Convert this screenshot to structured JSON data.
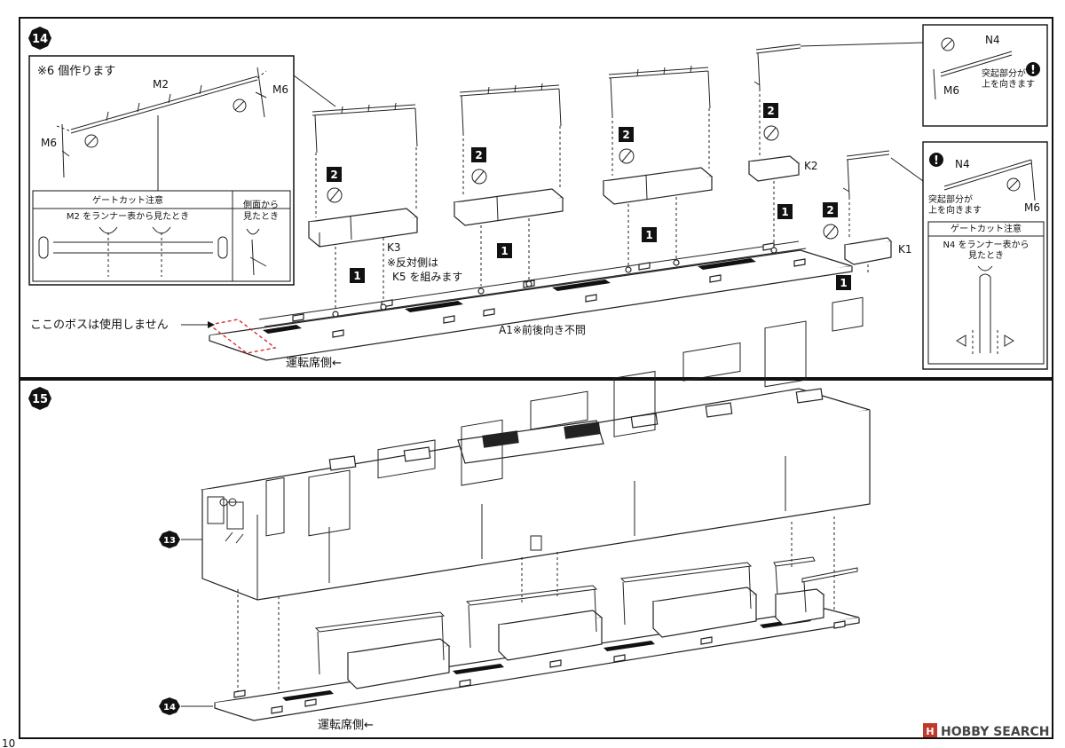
{
  "step14": {
    "number": "14",
    "note_six": "※6 個作ります",
    "label_m2": "M2",
    "label_m6_left": "M6",
    "label_m6_right": "M6",
    "gatecut_title": "ゲートカット注意",
    "gatecut_desc": "M2 をランナー表から見たとき",
    "side_view_1": "側面から",
    "side_view_2": "見たとき",
    "label_k3": "K3",
    "reverse_note_1": "※反対側は",
    "reverse_note_2": "K5 を組みます",
    "label_k2": "K2",
    "label_k1": "K1",
    "boss_note": "ここのボスは使用しません",
    "a1_note": "A1※前後向き不問",
    "driver_side": "運転席側←",
    "n4_top": {
      "label_n4": "N4",
      "label_m6": "M6",
      "protrusion_1": "突起部分が",
      "protrusion_2": "上を向きます"
    },
    "n4_bottom": {
      "label_n4": "N4",
      "label_m6": "M6",
      "protrusion_1": "突起部分が",
      "protrusion_2": "上を向きます",
      "gatecut_title": "ゲートカット注意",
      "gatecut_desc_1": "N4 をランナー表から",
      "gatecut_desc_2": "見たとき"
    },
    "sub_step_1": "1",
    "sub_step_2": "2"
  },
  "step15": {
    "number": "15",
    "ref_13": "13",
    "ref_14": "14",
    "driver_side": "運転席側←"
  },
  "page_number": "10",
  "watermark": "HOBBY SEARCH",
  "colors": {
    "ink": "#111111",
    "paper": "#ffffff",
    "highlight": "#d23030"
  }
}
